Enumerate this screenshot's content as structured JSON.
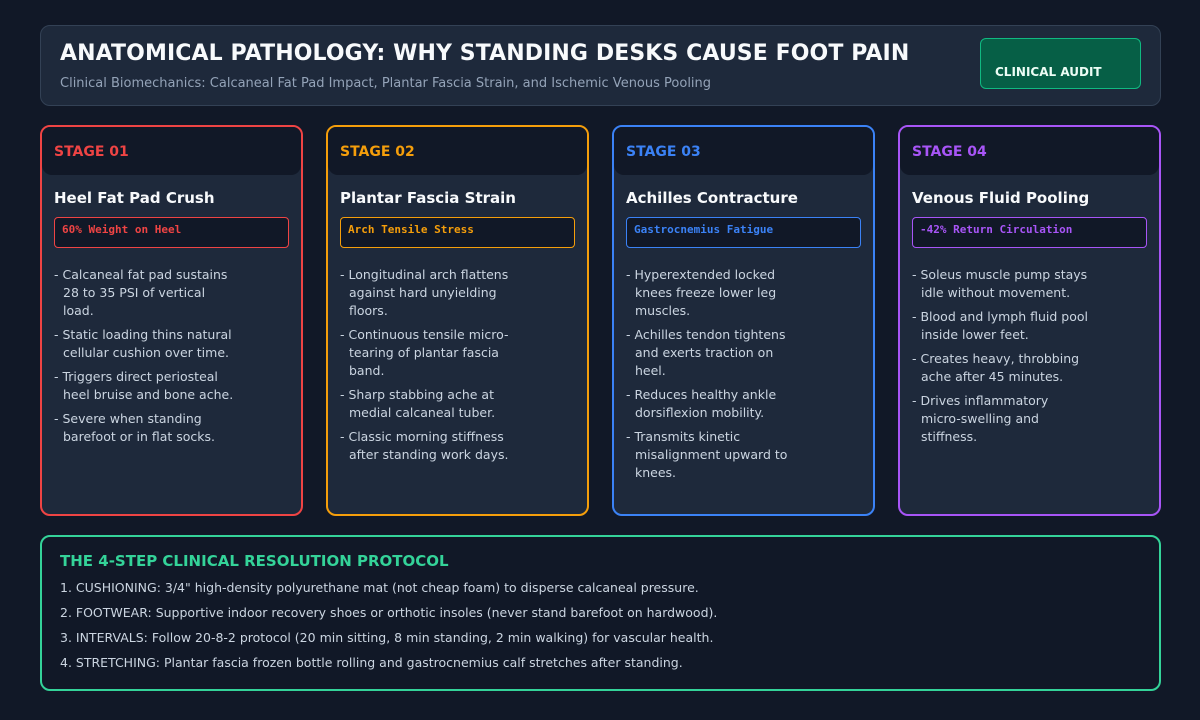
{
  "header": {
    "title": "ANATOMICAL PATHOLOGY: WHY STANDING DESKS CAUSE FOOT PAIN",
    "subtitle": "Clinical Biomechanics: Calcaneal Fat Pad Impact, Plantar Fascia Strain, and Ischemic Venous Pooling",
    "audit_label": "CLINICAL AUDIT"
  },
  "colors": {
    "stage1": "#ef4444",
    "stage2": "#f59e0b",
    "stage3": "#3b82f6",
    "stage4": "#a855f7",
    "protocol": "#34d399"
  },
  "stages": [
    {
      "stage": "STAGE 01",
      "title": "Heel Fat Pad Crush",
      "tag": "60% Weight on Heel",
      "bullets": [
        "- Calcaneal fat pad sustains 28 to 35 PSI of vertical load.",
        "- Static loading thins natural cellular cushion over time.",
        "- Triggers direct periosteal heel bruise and bone ache.",
        "- Severe when standing barefoot or in flat socks."
      ]
    },
    {
      "stage": "STAGE 02",
      "title": "Plantar Fascia Strain",
      "tag": "Arch Tensile Stress",
      "bullets": [
        "- Longitudinal arch flattens against hard unyielding floors.",
        "- Continuous tensile micro-tearing of plantar fascia band.",
        "- Sharp stabbing ache at medial calcaneal tuber.",
        "- Classic morning stiffness after standing work days."
      ]
    },
    {
      "stage": "STAGE 03",
      "title": "Achilles Contracture",
      "tag": "Gastrocnemius Fatigue",
      "bullets": [
        "- Hyperextended locked knees freeze lower leg muscles.",
        "- Achilles tendon tightens and exerts traction on heel.",
        "- Reduces healthy ankle dorsiflexion mobility.",
        "- Transmits kinetic misalignment upward to knees."
      ]
    },
    {
      "stage": "STAGE 04",
      "title": "Venous Fluid Pooling",
      "tag": "-42% Return Circulation",
      "bullets": [
        "- Soleus muscle pump stays idle without movement.",
        "- Blood and lymph fluid pool inside lower feet.",
        "- Creates heavy, throbbing ache after 45 minutes.",
        "- Drives inflammatory micro-swelling and stiffness."
      ]
    }
  ],
  "protocol": {
    "title": "THE 4-STEP CLINICAL RESOLUTION PROTOCOL",
    "steps": [
      "1. CUSHIONING: 3/4\" high-density polyurethane mat (not cheap foam) to disperse calcaneal pressure.",
      "2. FOOTWEAR: Supportive indoor recovery shoes or orthotic insoles (never stand barefoot on hardwood).",
      "3. INTERVALS: Follow 20-8-2 protocol (20 min sitting, 8 min standing, 2 min walking) for vascular health.",
      "4. STRETCHING: Plantar fascia frozen bottle rolling and gastrocnemius calf stretches after standing."
    ]
  }
}
